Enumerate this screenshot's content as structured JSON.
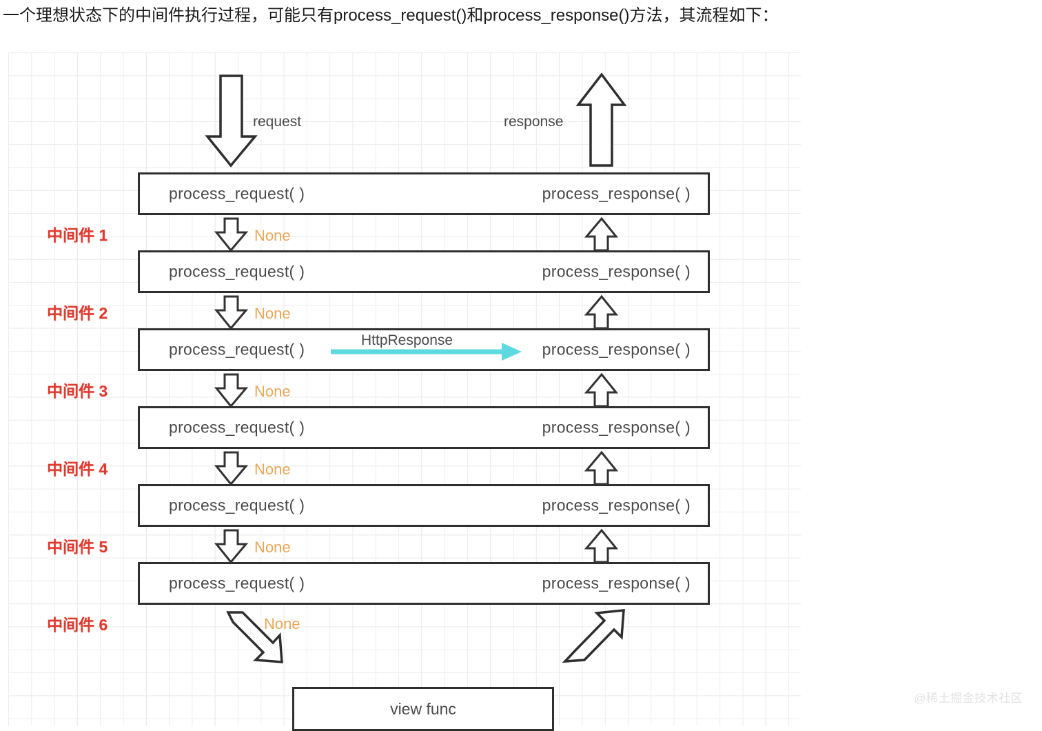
{
  "caption": "一个理想状态下的中间件执行过程，可能只有process_request()和process_response()方法，其流程如下：",
  "diagram": {
    "top_arrows": {
      "request_label": "request",
      "response_label": "response"
    },
    "middlewares": [
      {
        "label": "中间件 1",
        "request_method": "process_request( )",
        "response_method": "process_response( )",
        "connector_below": "None"
      },
      {
        "label": "中间件 2",
        "request_method": "process_request( )",
        "response_method": "process_response( )",
        "connector_below": "None"
      },
      {
        "label": "中间件 3",
        "request_method": "process_request( )",
        "response_method": "process_response( )",
        "connector_below": "None",
        "shortcut_label": "HttpResponse"
      },
      {
        "label": "中间件 4",
        "request_method": "process_request( )",
        "response_method": "process_response( )",
        "connector_below": "None"
      },
      {
        "label": "中间件 5",
        "request_method": "process_request( )",
        "response_method": "process_response( )",
        "connector_below": "None"
      },
      {
        "label": "中间件 6",
        "request_method": "process_request( )",
        "response_method": "process_response( )",
        "connector_below": "None"
      }
    ],
    "view_func": {
      "label": "view func"
    },
    "colors": {
      "middleware_label": "#e03a2f",
      "none_label": "#e8a757",
      "shortcut_arrow": "#5dd9e0",
      "box_border": "#2f2f2f",
      "body_text": "#4a4a4a",
      "grid_line": "#ededed"
    }
  },
  "watermark": "@稀土掘金技术社区"
}
